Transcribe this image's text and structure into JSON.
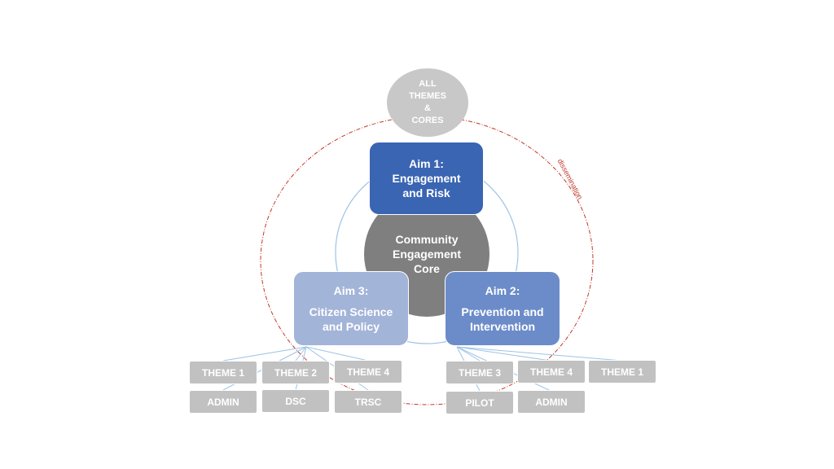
{
  "top_node": {
    "lines": [
      "ALL",
      "THEMES",
      "&",
      "CORES"
    ]
  },
  "core": {
    "lines": [
      "Community",
      "Engagement",
      "Core"
    ]
  },
  "aim1": {
    "title": "Aim 1:",
    "lines": [
      "Engagement",
      "and Risk"
    ]
  },
  "aim2": {
    "title": "Aim 2:",
    "lines": [
      "Prevention and",
      "Intervention"
    ]
  },
  "aim3": {
    "title": "Aim 3:",
    "lines": [
      "Citizen Science",
      "and Policy"
    ]
  },
  "dissemination_label": "dissemination",
  "aim3_tags": {
    "row1": [
      "THEME 1",
      "THEME 2",
      "THEME 4"
    ],
    "row2": [
      "ADMIN",
      "DSC",
      "TRSC"
    ]
  },
  "aim2_tags": {
    "row1": [
      "THEME 3",
      "THEME 4",
      "THEME 1"
    ],
    "row2": [
      "PILOT",
      "ADMIN"
    ]
  },
  "colors": {
    "aim1": "#3a65b3",
    "aim2": "#6c8cc9",
    "aim3": "#a3b4d9",
    "core": "#7f7f7f",
    "tag": "#c1c1c1",
    "dissemination_ring": "#c0392b",
    "connector": "#9dc3e6"
  }
}
